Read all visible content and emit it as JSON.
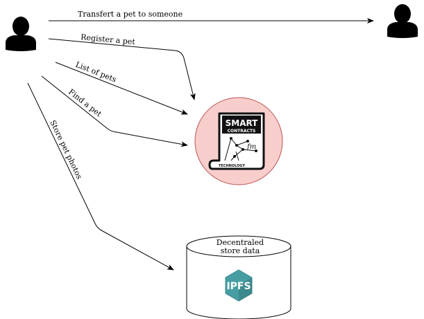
{
  "edges": {
    "transfer": "Transfert a pet to someone",
    "register": "Register a pet",
    "list": "List of pets",
    "find": "Find a pet",
    "store": "Store pet photos"
  },
  "smart_contract": {
    "title": "SMART",
    "subtitle": "CONTRACTS",
    "band": "TECHNOLOGY",
    "signature": "fm",
    "circle_color": "#f8cecc",
    "circle_stroke": "#b85450"
  },
  "storage": {
    "line1": "Decentraled",
    "line2": "store data",
    "logo_text": "IPFS",
    "logo_color": "#469ea2"
  },
  "icons": {
    "sender": "user-icon",
    "recipient": "user-icon"
  }
}
